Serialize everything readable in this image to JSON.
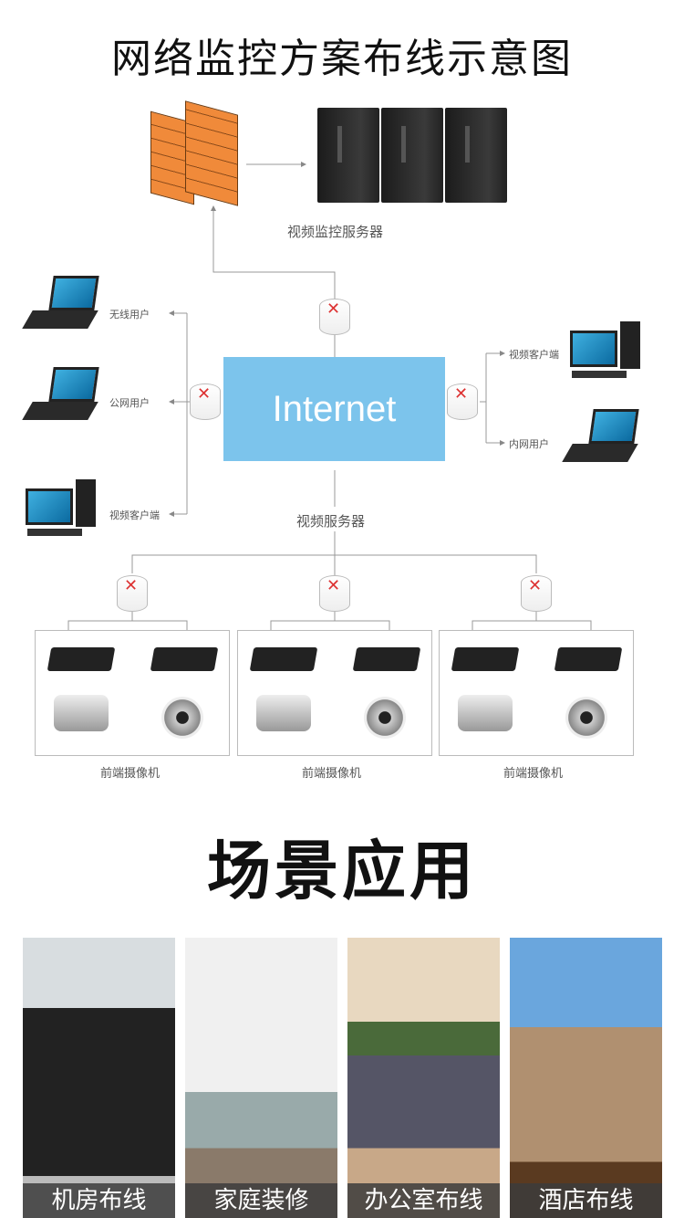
{
  "title": "网络监控方案布线示意图",
  "diagram": {
    "server_label": "视频监控服务器",
    "internet_label": "Internet",
    "left_clients": [
      "无线用户",
      "公网用户",
      "视频客户端"
    ],
    "right_clients": [
      "视频客户端",
      "内网用户"
    ],
    "video_server_label": "视频服务器",
    "camera_groups": [
      "前端摄像机",
      "前端摄像机",
      "前端摄像机"
    ]
  },
  "section_title": "场景应用",
  "scenarios": [
    {
      "label": "机房布线"
    },
    {
      "label": "家庭装修"
    },
    {
      "label": "办公室布线"
    },
    {
      "label": "酒店布线"
    }
  ],
  "colors": {
    "internet": "#7cc4ec",
    "firewall": "#f08a3a",
    "router_arrow": "#dd3333"
  }
}
